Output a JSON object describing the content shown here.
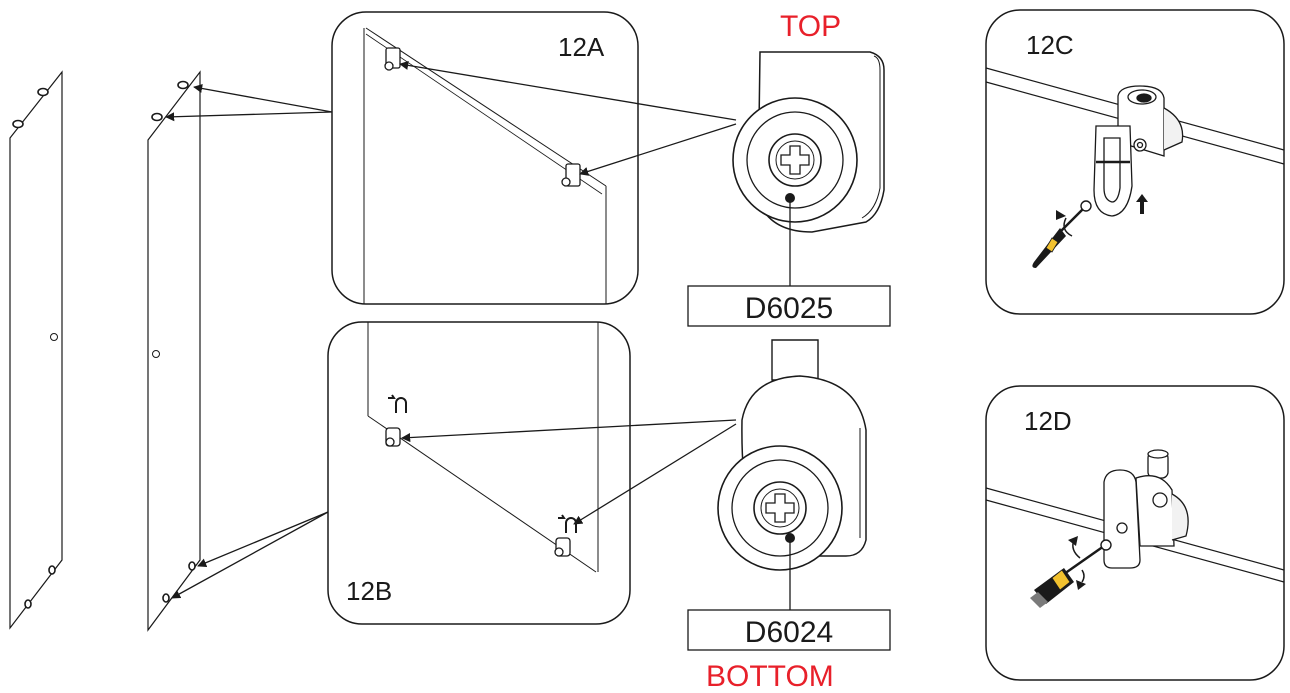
{
  "labels": {
    "top": "TOP",
    "bottom": "BOTTOM",
    "panel_12a": "12A",
    "panel_12b": "12B",
    "panel_12c": "12C",
    "panel_12d": "12D",
    "part_top": "D6025",
    "part_bottom": "D6024"
  },
  "colors": {
    "accent_red": "#e8202a",
    "line": "#1a1a1a",
    "fill_light": "#f2f2f2",
    "handle_yellow": "#f2c12e"
  },
  "icons": {
    "screwdriver": "screwdriver-icon",
    "arrow": "arrow-icon",
    "rotate": "rotate-arrow-icon"
  }
}
